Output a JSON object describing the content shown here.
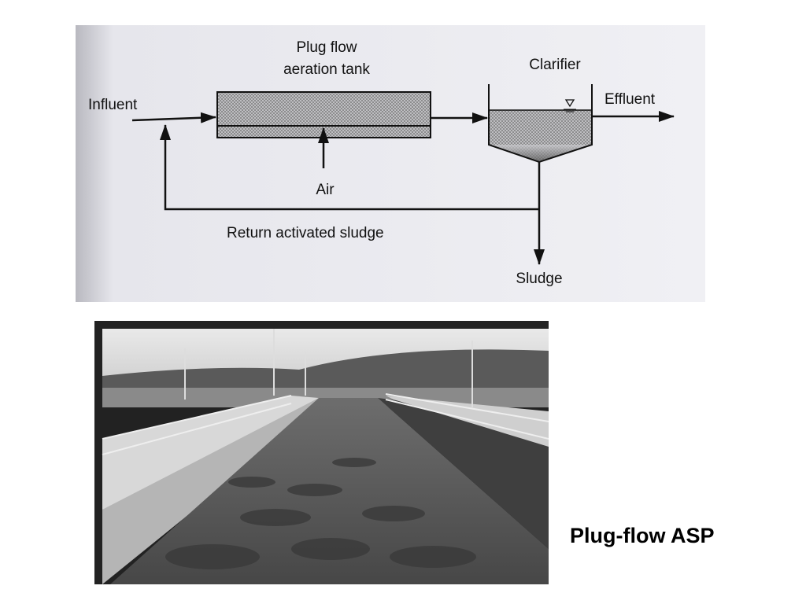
{
  "diagram": {
    "title_line1": "Plug flow",
    "title_line2": "aeration tank",
    "clarifier": "Clarifier",
    "influent": "Influent",
    "effluent": "Effluent",
    "air": "Air",
    "return": "Return activated sludge",
    "sludge": "Sludge"
  },
  "caption": "Plug-flow ASP"
}
